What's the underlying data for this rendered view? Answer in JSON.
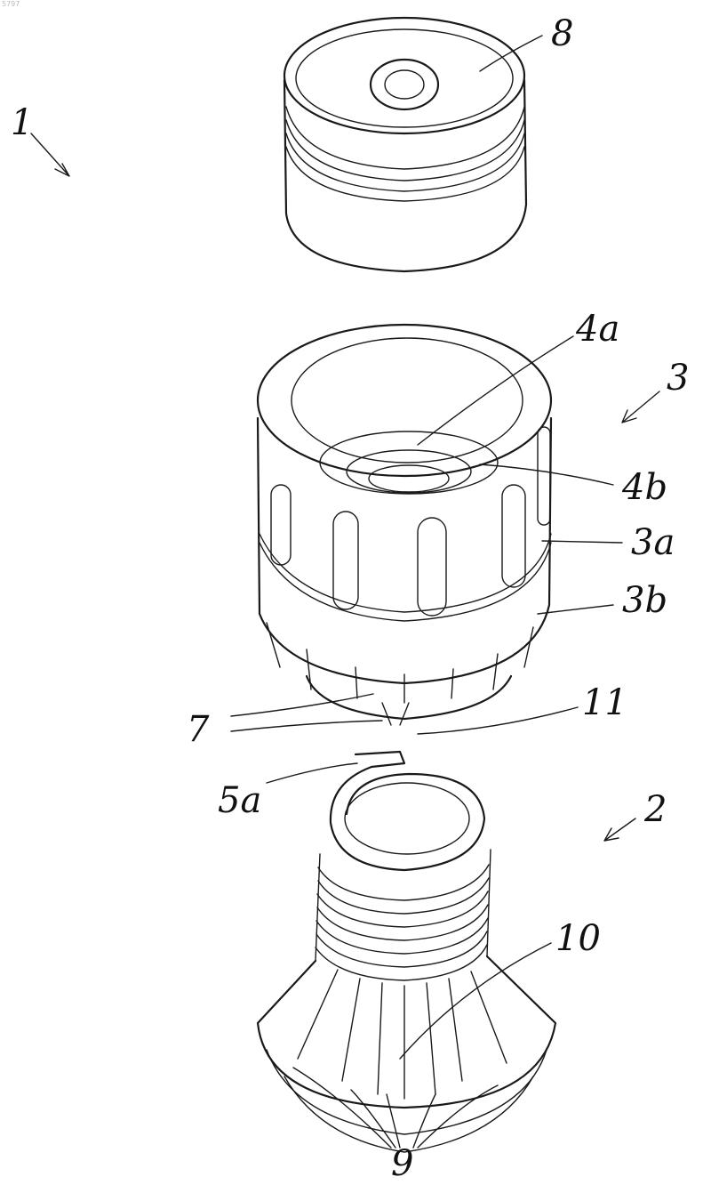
{
  "sheet_id": "5797",
  "labels": {
    "assembly": "1",
    "base": "2",
    "nut": "3",
    "cap": "8",
    "nut_knurl": "3a",
    "nut_collar": "3b",
    "notch_a": "4a",
    "notch_b": "4b",
    "spring_end": "5a",
    "slot": "7",
    "tab": "11",
    "rib": "10",
    "feet": "9"
  }
}
